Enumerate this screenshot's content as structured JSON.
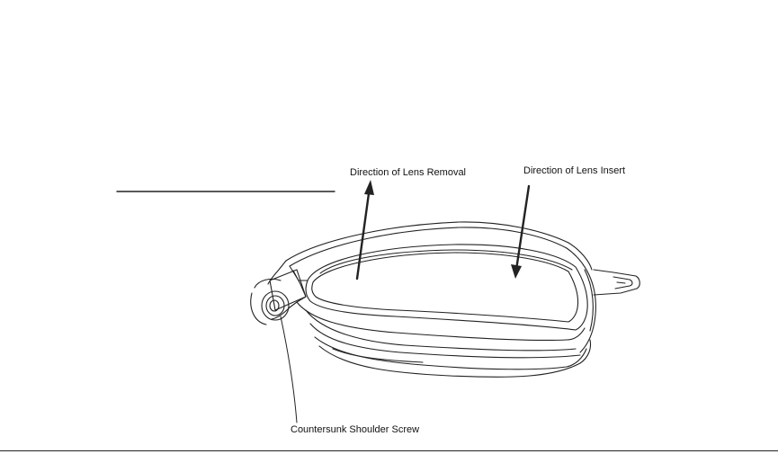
{
  "labels": {
    "removal": "Direction of Lens Removal",
    "insert": "Direction of Lens Insert",
    "screw": "Countersunk Shoulder Screw"
  },
  "colors": {
    "line": "#222222",
    "background": "#ffffff"
  }
}
